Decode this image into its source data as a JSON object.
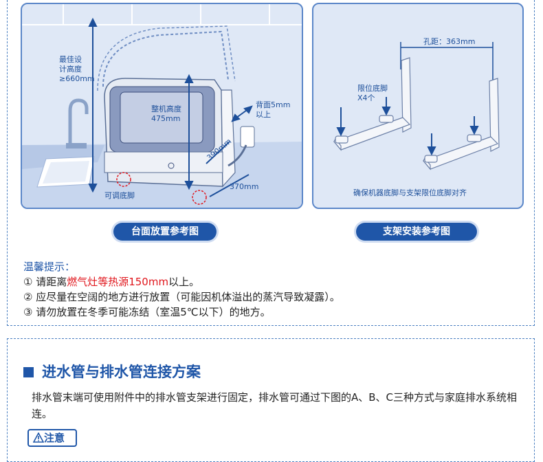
{
  "diagram_left": {
    "label_best_height": [
      "最佳设",
      "计高度",
      "≥660mm"
    ],
    "label_machine_height": [
      "整机高度",
      "475mm"
    ],
    "label_back": [
      "背面5mm",
      "以上"
    ],
    "label_depth": "390mm",
    "label_width": "370mm",
    "label_adjust_foot": "可调底脚",
    "caption": "台面放置参考图"
  },
  "diagram_right": {
    "label_hole": "孔距：363mm",
    "label_limit_foot": [
      "限位底脚",
      "X4个"
    ],
    "bottom_note": "确保机器底脚与支架限位底脚对齐",
    "caption": "支架安装参考图"
  },
  "tips": {
    "title": "温馨提示：",
    "item1_prefix": "① 请距离",
    "item1_highlight": "燃气灶等热源150mm",
    "item1_suffix": "以上。",
    "item2": "② 应尽量在空阔的地方进行放置（可能因机体溢出的蒸汽导致凝露）。",
    "item3": "③ 请勿放置在冬季可能冻结（室温5℃以下）的地方。"
  },
  "section": {
    "title": "进水管与排水管连接方案",
    "paragraph": "排水管末端可使用附件中的排水管支架进行固定，排水管可通过下图的A、B、C三种方式与家庭排水系统相连。",
    "notice_label": "注意"
  },
  "colors": {
    "brand_blue": "#1f56a8",
    "highlight_red": "#e0161c",
    "panel_bg": "#dfe8f6"
  }
}
